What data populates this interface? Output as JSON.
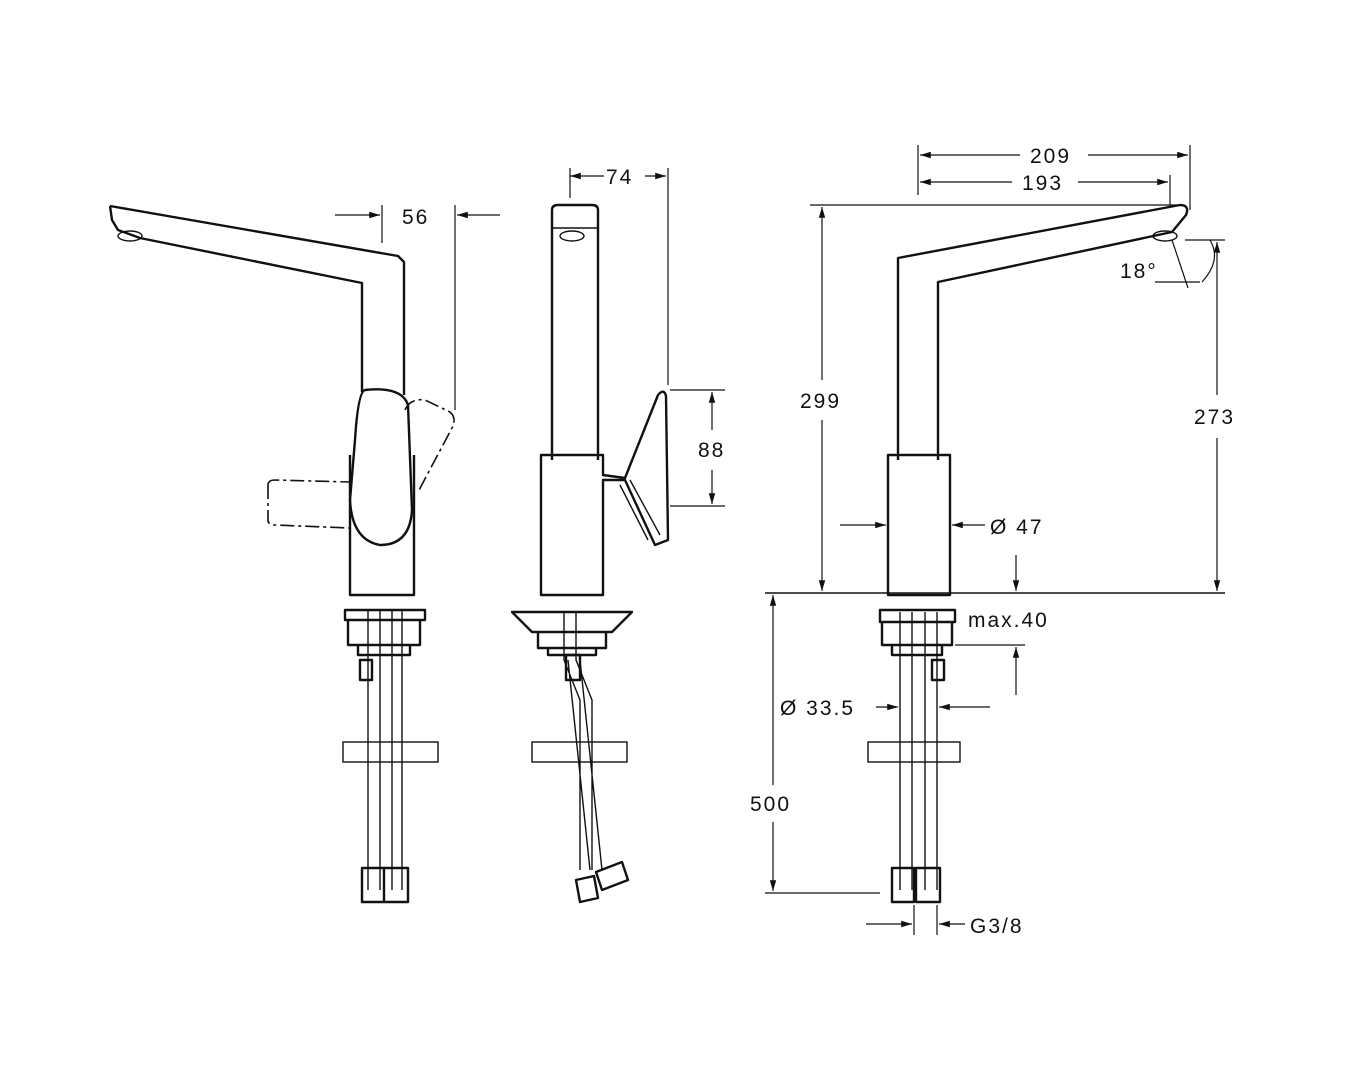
{
  "title": "Kitchen mixer tap dimension drawing",
  "views": [
    "side-view-lever",
    "front-view",
    "side-view-dimensions"
  ],
  "dimensions": {
    "lever_offset": "56",
    "lever_depth": "74",
    "lever_height": "88",
    "spout_reach_total": "209",
    "spout_reach": "193",
    "spout_angle": "18°",
    "total_height": "299",
    "spout_height": "273",
    "body_diameter": "Ø 47",
    "max_deck_thickness": "max.40",
    "hole_diameter": "Ø 33.5",
    "hose_length": "500",
    "connection_thread": "G3/8"
  }
}
